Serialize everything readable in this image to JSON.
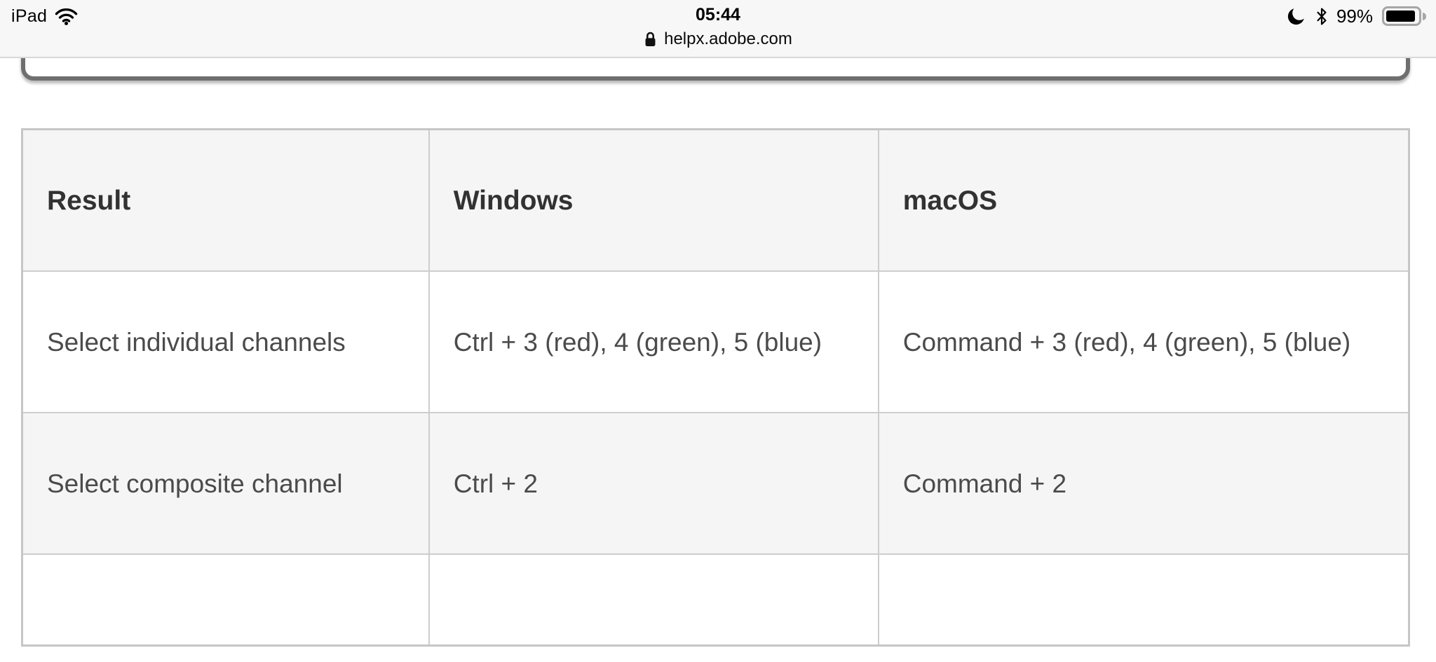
{
  "status_bar": {
    "carrier": "iPad",
    "time": "05:44",
    "url": "helpx.adobe.com",
    "battery_percent": "99%"
  },
  "icons": {
    "left": [
      "wifi-icon"
    ],
    "url_prefix": "lock-icon",
    "right": [
      "moon-icon",
      "bluetooth-icon",
      "battery-icon"
    ]
  },
  "table": {
    "headers": [
      "Result",
      "Windows",
      "macOS"
    ],
    "rows": [
      [
        "Select individual channels",
        "Ctrl + 3 (red), 4 (green), 5 (blue)",
        "Command + 3 (red), 4 (green), 5 (blue)"
      ],
      [
        "Select composite channel",
        "Ctrl + 2",
        "Command + 2"
      ]
    ]
  },
  "colors": {
    "chrome_bg": "#f7f7f7",
    "partial_box_border": "#6f6f6f",
    "table_border": "#cdcdcd",
    "stripe_bg": "#f5f5f5",
    "header_text": "#323232",
    "body_text": "#4b4b4b"
  }
}
